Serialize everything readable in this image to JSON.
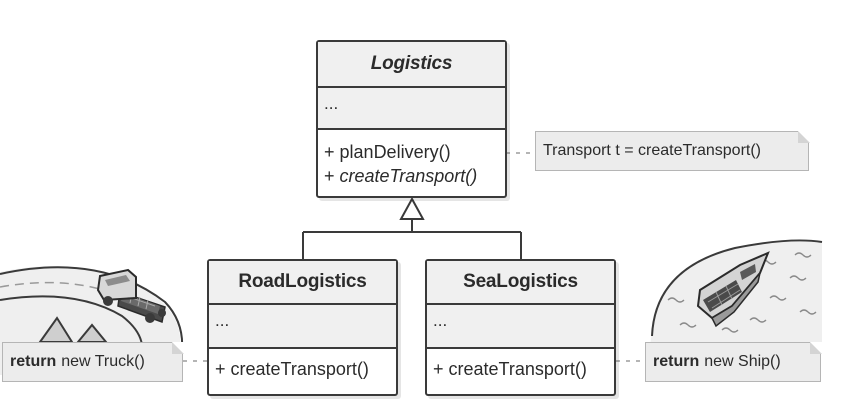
{
  "diagram": {
    "logistics": {
      "name": "Logistics",
      "fields": "...",
      "ops": [
        {
          "sign": "+",
          "name": "planDelivery()"
        },
        {
          "sign": "+",
          "name": "createTransport()"
        }
      ]
    },
    "road": {
      "name": "RoadLogistics",
      "fields": "...",
      "ops": [
        {
          "sign": "+",
          "name": "createTransport()"
        }
      ]
    },
    "sea": {
      "name": "SeaLogistics",
      "fields": "...",
      "ops": [
        {
          "sign": "+",
          "name": "createTransport()"
        }
      ]
    },
    "notes": {
      "plan": {
        "text": "Transport t = createTransport()"
      },
      "truck": {
        "keyword": "return",
        "rest": "new Truck()"
      },
      "ship": {
        "keyword": "return",
        "rest": "new Ship()"
      }
    },
    "illustrations": {
      "left": "truck-on-road-icon",
      "right": "ship-on-sea-icon"
    }
  }
}
